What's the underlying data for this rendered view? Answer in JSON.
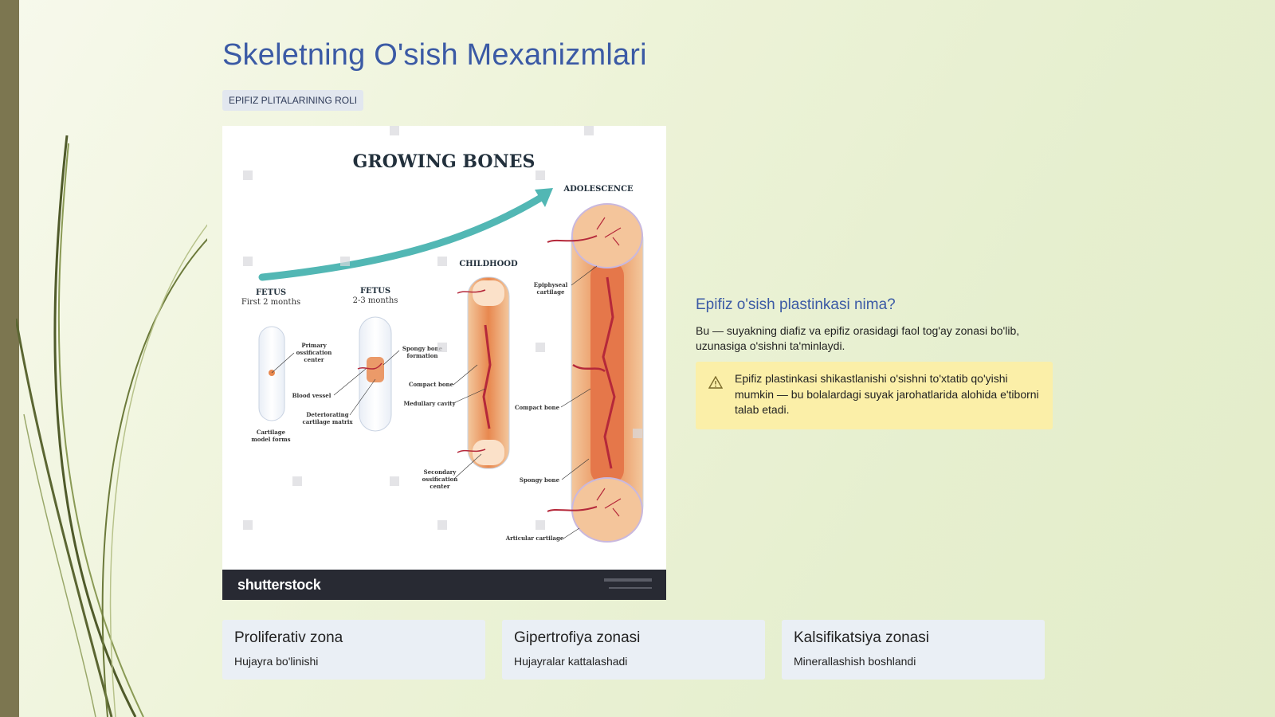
{
  "slide": {
    "title": "Skeletning O'sish Mexanizmlari",
    "tag": "EPIFIZ PLITALARINING ROLI"
  },
  "figure": {
    "heading": "GROWING BONES",
    "stages": {
      "fetus1": "FETUS",
      "fetus1_sub": "First 2 months",
      "fetus2": "FETUS",
      "fetus2_sub": "2-3 months",
      "childhood": "CHILDHOOD",
      "adolescence": "ADOLESCENCE"
    },
    "labels": {
      "primary_ossification": [
        "Primary",
        "ossification",
        "center"
      ],
      "cartilage_model": [
        "Cartilage",
        "model forms"
      ],
      "blood_vessel": "Blood vessel",
      "deteriorating": [
        "Deteriorating",
        "cartilage matrix"
      ],
      "spongy_formation": [
        "Spongy bone",
        "formation"
      ],
      "compact_bone_child": "Compact bone",
      "medullary_cavity": "Medullary cavity",
      "secondary_ossification": [
        "Secondary",
        "ossification",
        "center"
      ],
      "epiphyseal_cartilage": [
        "Epiphyseal",
        "cartilage"
      ],
      "compact_bone_adol": "Compact bone",
      "spongy_bone": "Spongy bone",
      "articular_cartilage": "Articular cartilage"
    },
    "watermark": "shutterstock"
  },
  "info": {
    "title": "Epifiz o'sish plastinkasi nima?",
    "text": "Bu — suyakning diafiz va epifiz orasidagi faol tog'ay zonasi bo'lib, uzunasiga o'sishni ta'minlaydi.",
    "warning_icon": "warning-triangle-icon",
    "warning": "Epifiz plastinkasi shikastlanishi o'sishni to'xtatib qo'yishi mumkin — bu bolalardagi suyak jarohatlarida alohida e'tiborni talab etadi."
  },
  "cards": [
    {
      "title": "Proliferativ zona",
      "subtitle": "Hujayra bo'linishi"
    },
    {
      "title": "Gipertrofiya zonasi",
      "subtitle": "Hujayralar kattalashadi"
    },
    {
      "title": "Kalsifikatsiya zonasi",
      "subtitle": "Minerallashish boshlandi"
    }
  ],
  "colors": {
    "accent": "#3b5aa5",
    "left_bar": "#7c7650",
    "warning_bg": "#fbefa8",
    "card_bg": "#eaeff5"
  }
}
